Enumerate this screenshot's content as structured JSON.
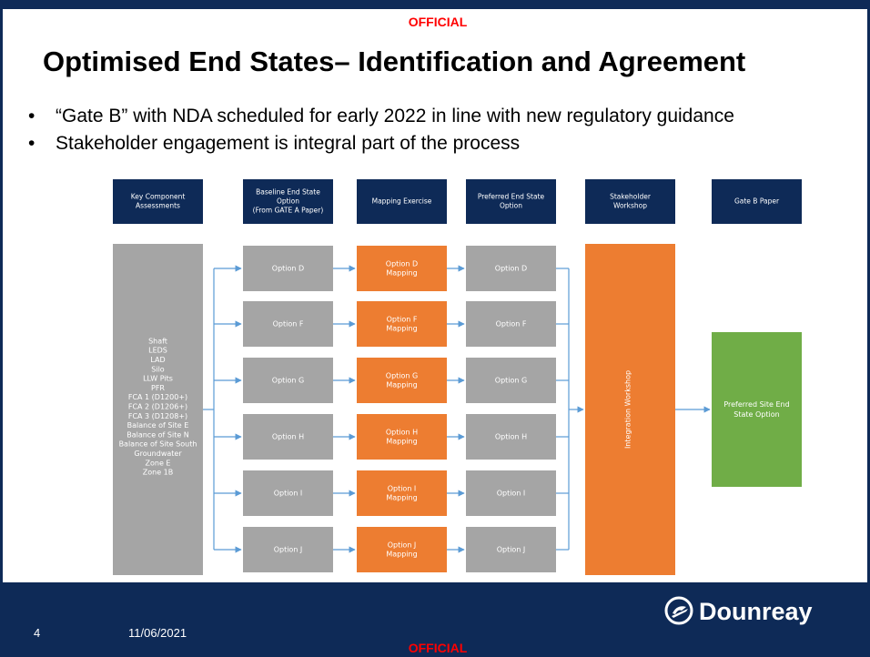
{
  "header": {
    "classification": "OFFICIAL",
    "title": "Optimised End States– Identification and Agreement"
  },
  "bullets": [
    "“Gate B” with NDA scheduled for early 2022 in line with new regulatory guidance",
    "Stakeholder engagement is integral part of the process"
  ],
  "diagram": {
    "column_headers": [
      [
        "Key Component",
        "Assessments"
      ],
      [
        "Baseline End State",
        "Option",
        "(From GATE A Paper)"
      ],
      [
        "Mapping Exercise"
      ],
      [
        "Preferred End State",
        "Option"
      ],
      [
        "Stakeholder",
        "Workshop"
      ],
      [
        "Gate B Paper"
      ]
    ],
    "components": [
      "Shaft",
      "LEDS",
      "LAD",
      "Silo",
      "LLW Pits",
      "PFR",
      "FCA 1 (D1200+)",
      "FCA 2 (D1206+)",
      "FCA 3 (D1208+)",
      "Balance of Site E",
      "Balance of Site N",
      "Balance of Site South",
      "Groundwater",
      "Zone E",
      "Zone 1B"
    ],
    "baseline_options": [
      "Option D",
      "Option F",
      "Option G",
      "Option H",
      "Option I",
      "Option J"
    ],
    "mapping": [
      [
        "Option D",
        "Mapping"
      ],
      [
        "Option F",
        "Mapping"
      ],
      [
        "Option G",
        "Mapping"
      ],
      [
        "Option H",
        "Mapping"
      ],
      [
        "Option I",
        "Mapping"
      ],
      [
        "Option J",
        "Mapping"
      ]
    ],
    "preferred_options": [
      "Option D",
      "Option F",
      "Option G",
      "Option H",
      "Option I",
      "Option J"
    ],
    "workshop_label": "Integration Workshop",
    "result": [
      "Preferred Site End",
      "State Option"
    ],
    "colors": {
      "header": "#0e2a57",
      "grey": "#a5a5a5",
      "orange": "#ed7d31",
      "green": "#70ad47",
      "arrow": "#5b9bd5"
    }
  },
  "footer": {
    "page_number": "4",
    "date": "11/06/2021",
    "classification": "OFFICIAL",
    "logo_text": "Dounreay"
  }
}
